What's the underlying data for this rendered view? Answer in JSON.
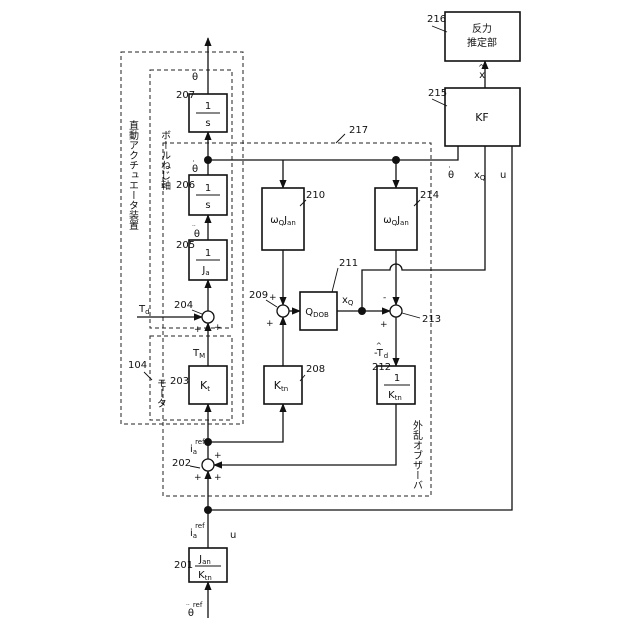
{
  "ref_numbers": {
    "n104": "104",
    "n201": "201",
    "n202": "202",
    "n203": "203",
    "n204": "204",
    "n205": "205",
    "n206": "206",
    "n207": "207",
    "n208": "208",
    "n209": "209",
    "n210": "210",
    "n211": "211",
    "n212": "212",
    "n213": "213",
    "n214": "214",
    "n215": "215",
    "n216": "216",
    "n217": "217"
  },
  "group_labels": {
    "actuator": "直動アクチュエータ装置",
    "ball_screw": "ボールねじ軸",
    "motor": "モータ",
    "observer": "外乱オブザーバ"
  },
  "blocks": {
    "b201": {
      "num": "J",
      "num_sub": "an",
      "den": "K",
      "den_sub": "tn"
    },
    "b203": {
      "main": "K",
      "sub": "t"
    },
    "b205": {
      "num": "1",
      "den": "J",
      "den_sub": "a"
    },
    "b206": {
      "num": "1",
      "den": "s"
    },
    "b207": {
      "num": "1",
      "den": "s"
    },
    "b208": {
      "main": "K",
      "sub": "tn"
    },
    "b210": {
      "pre": "ω",
      "pre_sub": "Q",
      "main": "J",
      "sub": "an"
    },
    "b211": {
      "main": "Q",
      "sub": "DOB"
    },
    "b212": {
      "num": "1",
      "den": "K",
      "den_sub": "tn"
    },
    "b214": {
      "pre": "ω",
      "pre_sub": "Q",
      "main": "J",
      "sub": "an"
    },
    "b215": {
      "main": "KF"
    },
    "b216": {
      "line1": "反力",
      "line2": "推定部"
    }
  },
  "signals": {
    "theta_ref": {
      "main": "θ",
      "accent": "··",
      "sup": "ref"
    },
    "ia_ref_in": {
      "main": "i",
      "sub": "a",
      "sup": "ref"
    },
    "u_in": "u",
    "ia_ref_out": {
      "main": "i",
      "sub": "a",
      "sup": "ref'"
    },
    "tm": {
      "main": "T",
      "sub": "M"
    },
    "td": {
      "main": "T",
      "sub": "d"
    },
    "theta_dd": {
      "main": "θ",
      "accent": "··"
    },
    "theta_d": {
      "main": "θ",
      "accent": "·"
    },
    "theta_out": "θ",
    "theta_d_kf": {
      "main": "θ",
      "accent": "·"
    },
    "xq_kf": {
      "main": "x",
      "sub": "Q"
    },
    "u_kf": "u",
    "xq_211": {
      "main": "x",
      "sub": "Q"
    },
    "td_hat": {
      "pre": "-",
      "main": "T",
      "accent": "^",
      "sub": "d"
    },
    "xhat": {
      "main": "x",
      "accent": "^"
    }
  },
  "signs": {
    "s202_a": "+",
    "s202_b": "+",
    "s202_c": "+",
    "s204_a": "+",
    "s204_b": "+",
    "s209_a": "+",
    "s209_b": "+",
    "s213_a": "-",
    "s213_b": "+"
  }
}
